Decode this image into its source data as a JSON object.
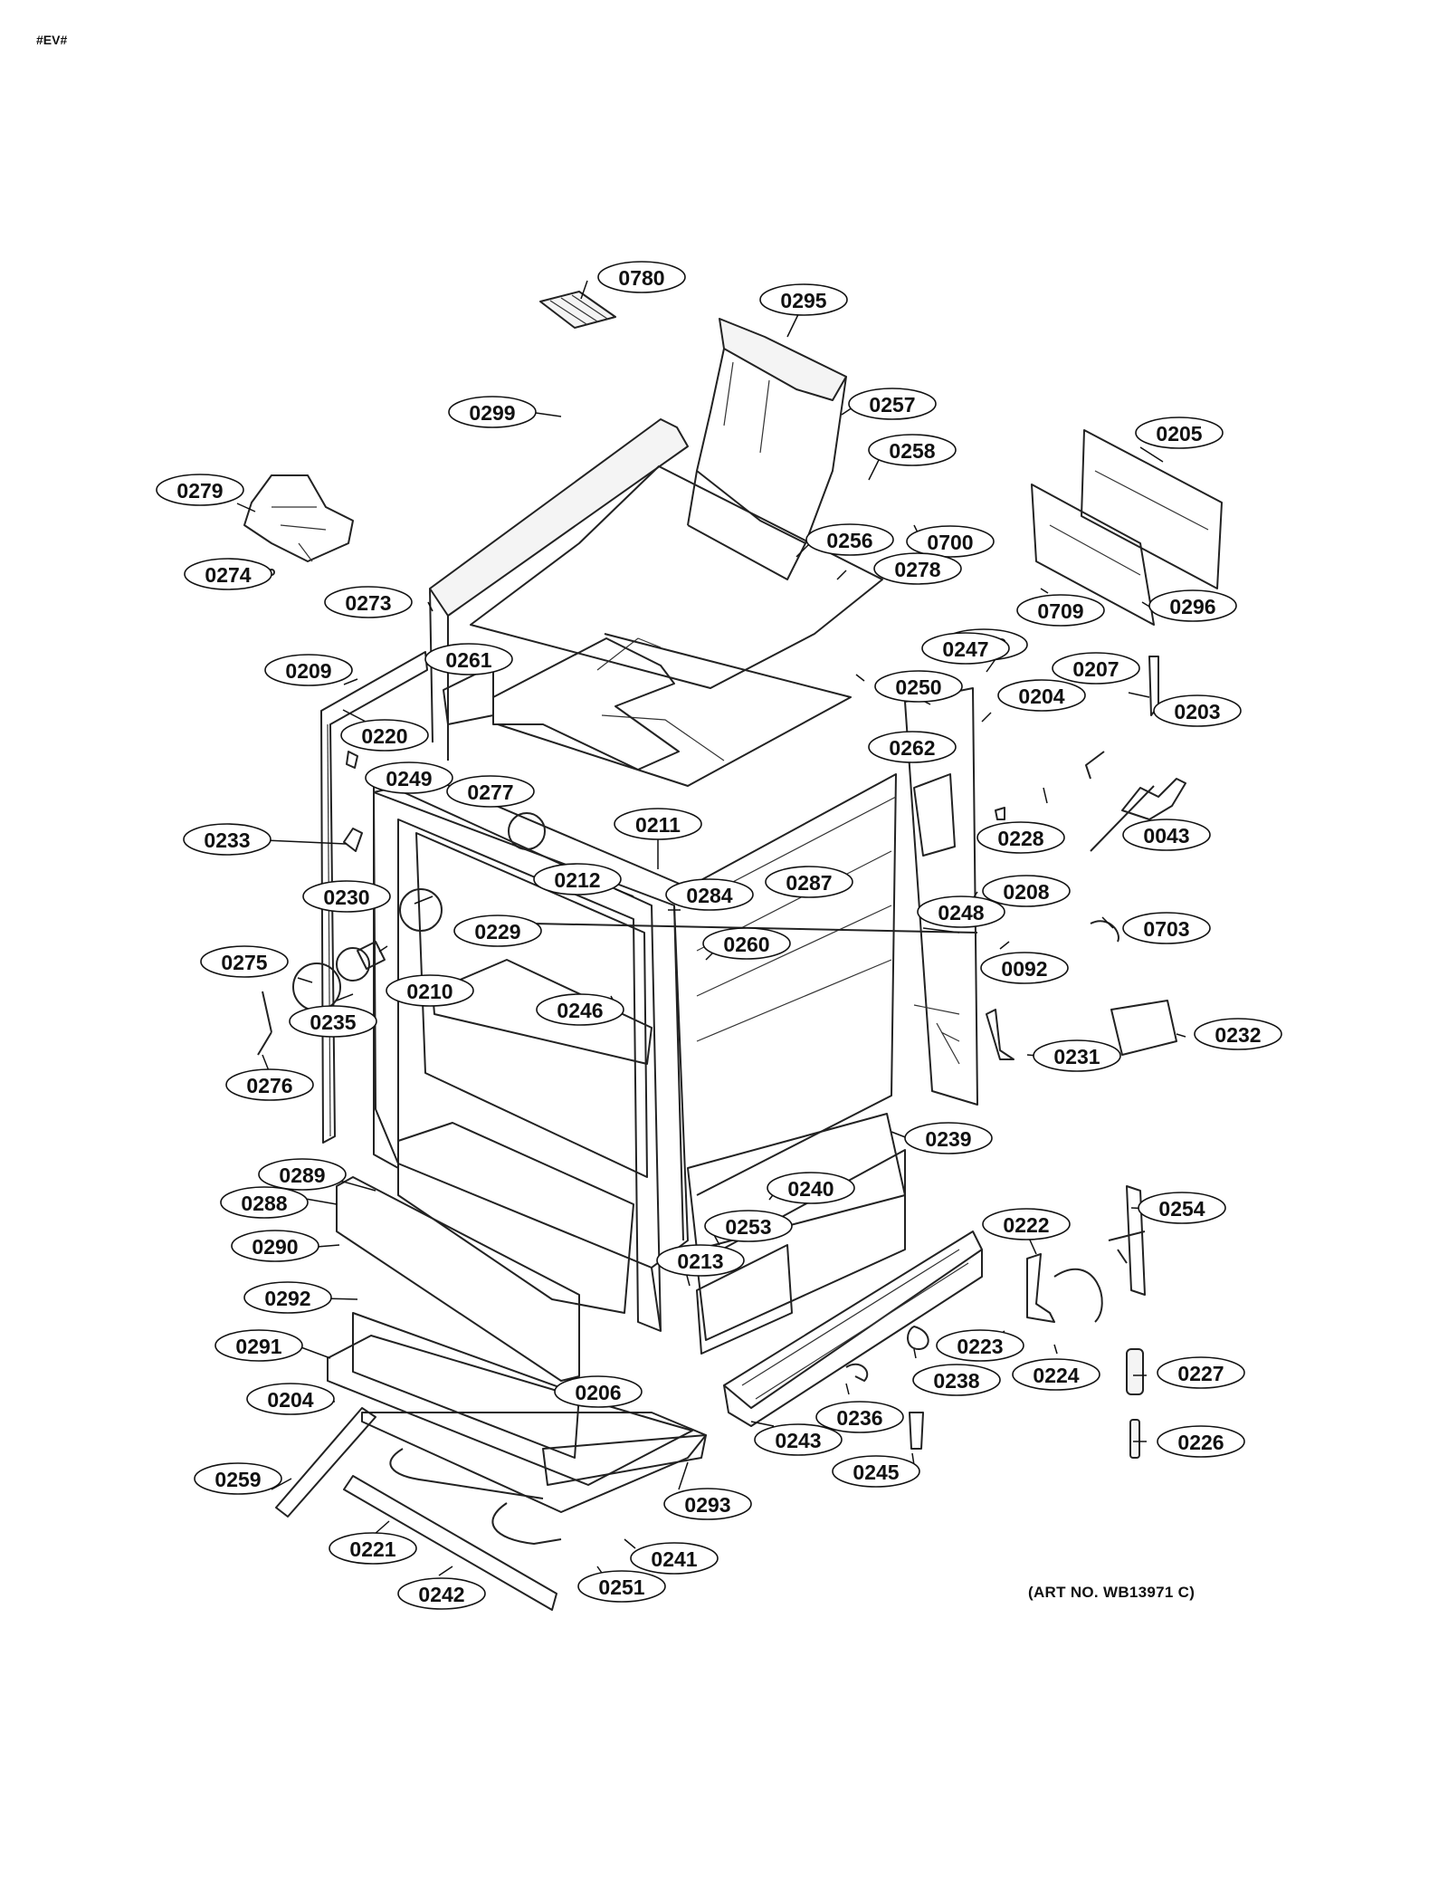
{
  "header": {
    "code": "#EV#"
  },
  "footer": {
    "art_number": "(ART NO. WB13971 C)"
  },
  "callouts": [
    {
      "label": "0780"
    },
    {
      "label": "0295"
    },
    {
      "label": "0299"
    },
    {
      "label": "0257"
    },
    {
      "label": "0258"
    },
    {
      "label": "0279"
    },
    {
      "label": "0205"
    },
    {
      "label": "0256"
    },
    {
      "label": "0700"
    },
    {
      "label": "0274"
    },
    {
      "label": "0278"
    },
    {
      "label": "0709"
    },
    {
      "label": "0296"
    },
    {
      "label": "0273"
    },
    {
      "label": "0283"
    },
    {
      "label": "0261"
    },
    {
      "label": "0247"
    },
    {
      "label": "0209"
    },
    {
      "label": "0207"
    },
    {
      "label": "0204"
    },
    {
      "label": "0250"
    },
    {
      "label": "0203"
    },
    {
      "label": "0220"
    },
    {
      "label": "0262"
    },
    {
      "label": "0249"
    },
    {
      "label": "0277"
    },
    {
      "label": "0228"
    },
    {
      "label": "0043"
    },
    {
      "label": "0233"
    },
    {
      "label": "0211"
    },
    {
      "label": "0212"
    },
    {
      "label": "0287"
    },
    {
      "label": "0208"
    },
    {
      "label": "0230"
    },
    {
      "label": "0284"
    },
    {
      "label": "0248"
    },
    {
      "label": "0229"
    },
    {
      "label": "0703"
    },
    {
      "label": "0275"
    },
    {
      "label": "0260"
    },
    {
      "label": "0092"
    },
    {
      "label": "0210"
    },
    {
      "label": "0246"
    },
    {
      "label": "0235"
    },
    {
      "label": "0232"
    },
    {
      "label": "0231"
    },
    {
      "label": "0276"
    },
    {
      "label": "0239"
    },
    {
      "label": "0289"
    },
    {
      "label": "0240"
    },
    {
      "label": "0254"
    },
    {
      "label": "0288"
    },
    {
      "label": "0222"
    },
    {
      "label": "0253"
    },
    {
      "label": "0290"
    },
    {
      "label": "0213"
    },
    {
      "label": "0292"
    },
    {
      "label": "0223"
    },
    {
      "label": "0291"
    },
    {
      "label": "0227"
    },
    {
      "label": "0238"
    },
    {
      "label": "0224"
    },
    {
      "label": "0206"
    },
    {
      "label": "0204"
    },
    {
      "label": "0236"
    },
    {
      "label": "0243"
    },
    {
      "label": "0226"
    },
    {
      "label": "0259"
    },
    {
      "label": "0245"
    },
    {
      "label": "0293"
    },
    {
      "label": "0221"
    },
    {
      "label": "0241"
    },
    {
      "label": "0251"
    },
    {
      "label": "0242"
    }
  ]
}
